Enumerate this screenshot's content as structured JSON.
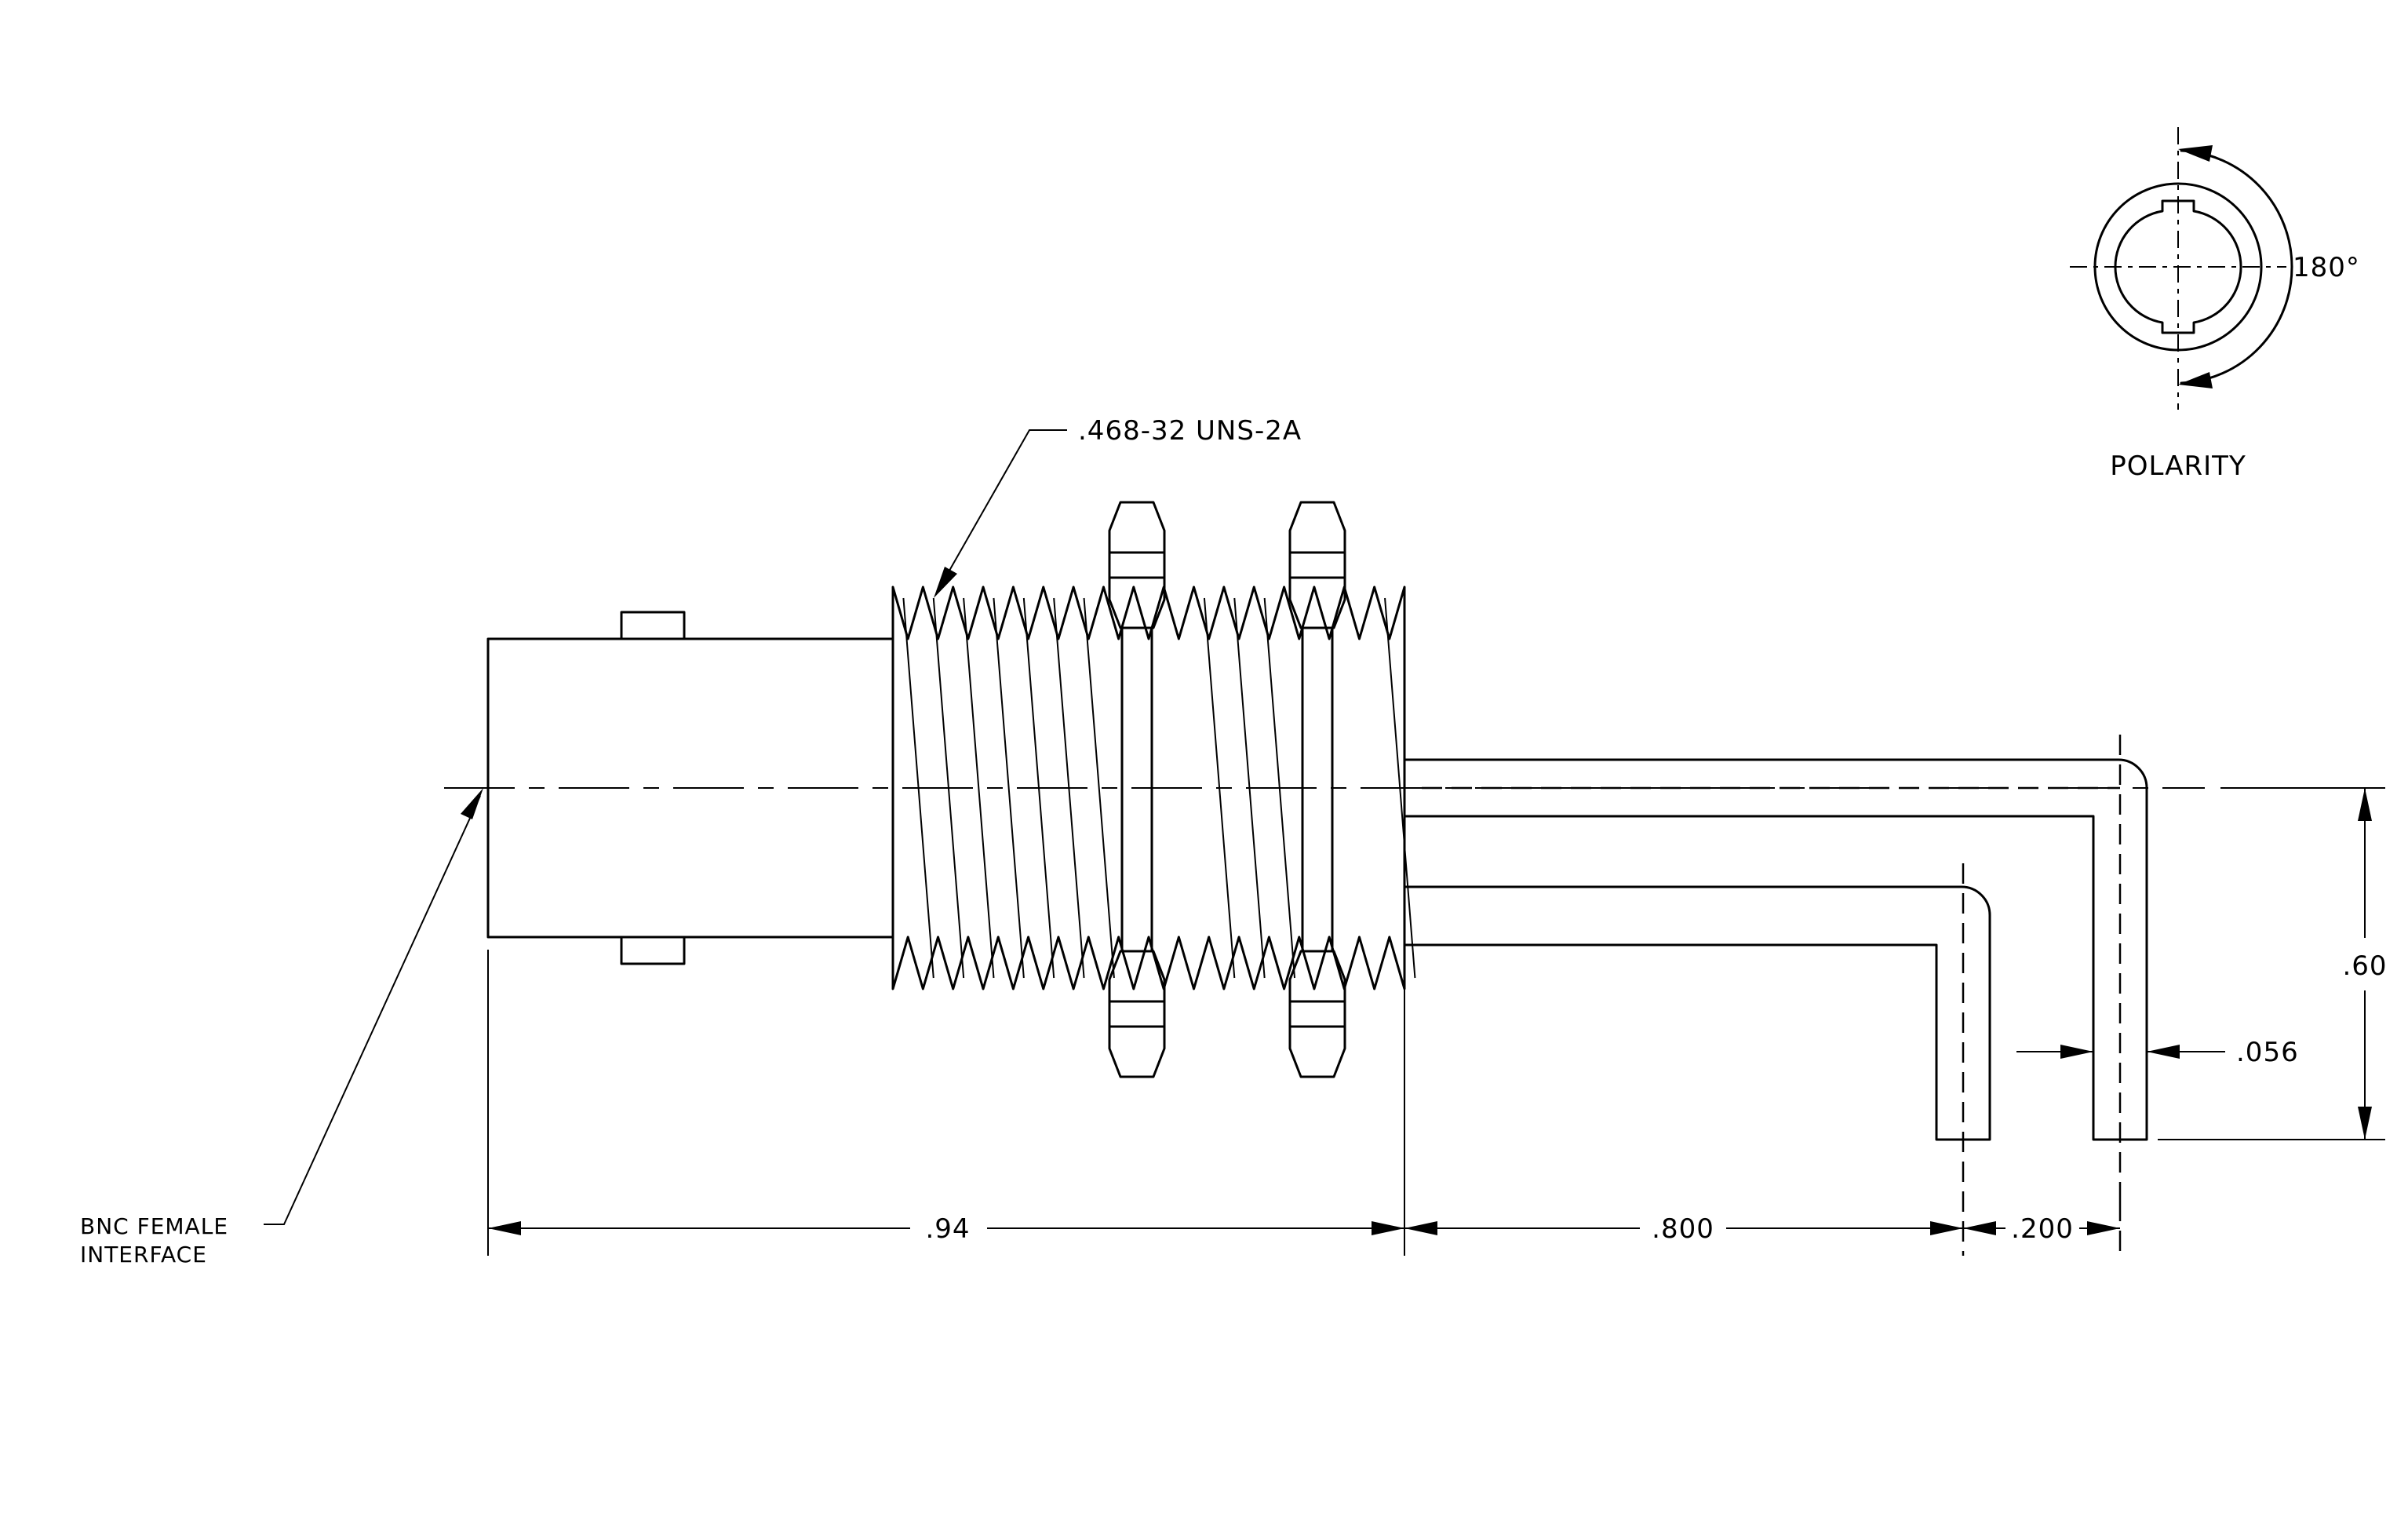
{
  "drawing": {
    "labels": {
      "thread_spec": ".468-32 UNS-2A",
      "interface": [
        "BNC FEMALE",
        "INTERFACE"
      ],
      "polarity": "POLARITY",
      "angle": "180°"
    },
    "dimensions": {
      "body_length": ".94",
      "pin_offset": ".800",
      "pin_spacing": ".200",
      "pin_height": ".60",
      "pin_diameter": ".056"
    }
  }
}
